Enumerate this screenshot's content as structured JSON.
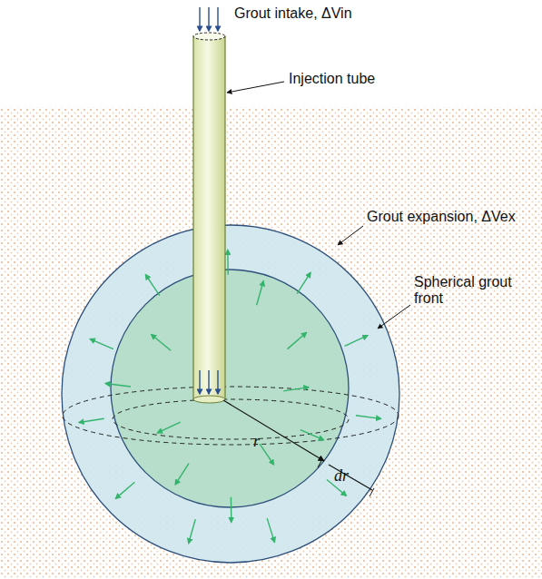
{
  "diagram": {
    "labels": [
      "Grout intake, ΔVin",
      "Injection tube",
      "Grout expansion, ΔVex",
      "Spherical grout front",
      "r",
      "dr"
    ]
  }
}
